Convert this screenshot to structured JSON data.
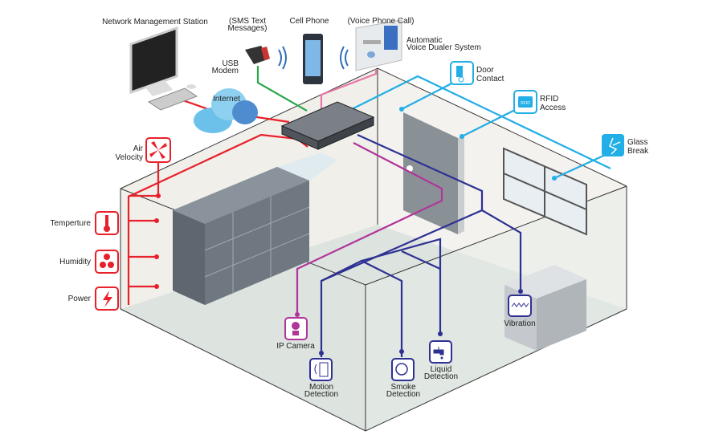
{
  "labels": {
    "nms": "Network Management Station",
    "sms1": "(SMS Text",
    "sms2": "Messages)",
    "cell": "Cell Phone",
    "voice": "(Voice Phone Call)",
    "dialer1": "Automatic",
    "dialer2": "Voice Dualer System",
    "usb1": "USB",
    "usb2": "Modem",
    "internet": "Internet",
    "door1": "Door",
    "door2": "Contact",
    "rfid1": "RFID",
    "rfid2": "Access",
    "rfid_icon": "RFID",
    "glass1": "Glass",
    "glass2": "Break",
    "air1": "Air",
    "air2": "Velocity",
    "temp": "Temperture",
    "humidity": "Humidity",
    "power": "Power",
    "camera": "IP Camera",
    "motion1": "Motion",
    "motion2": "Detection",
    "smoke1": "Smoke",
    "smoke2": "Detection",
    "liquid1": "Liquid",
    "liquid2": "Detection",
    "vibration": "Vibration"
  },
  "colors": {
    "red": "#e8202a",
    "blue": "#22aee6",
    "navy": "#2e3192",
    "magenta": "#b0359a",
    "green": "#2aa84a",
    "pink": "#e777a8"
  }
}
